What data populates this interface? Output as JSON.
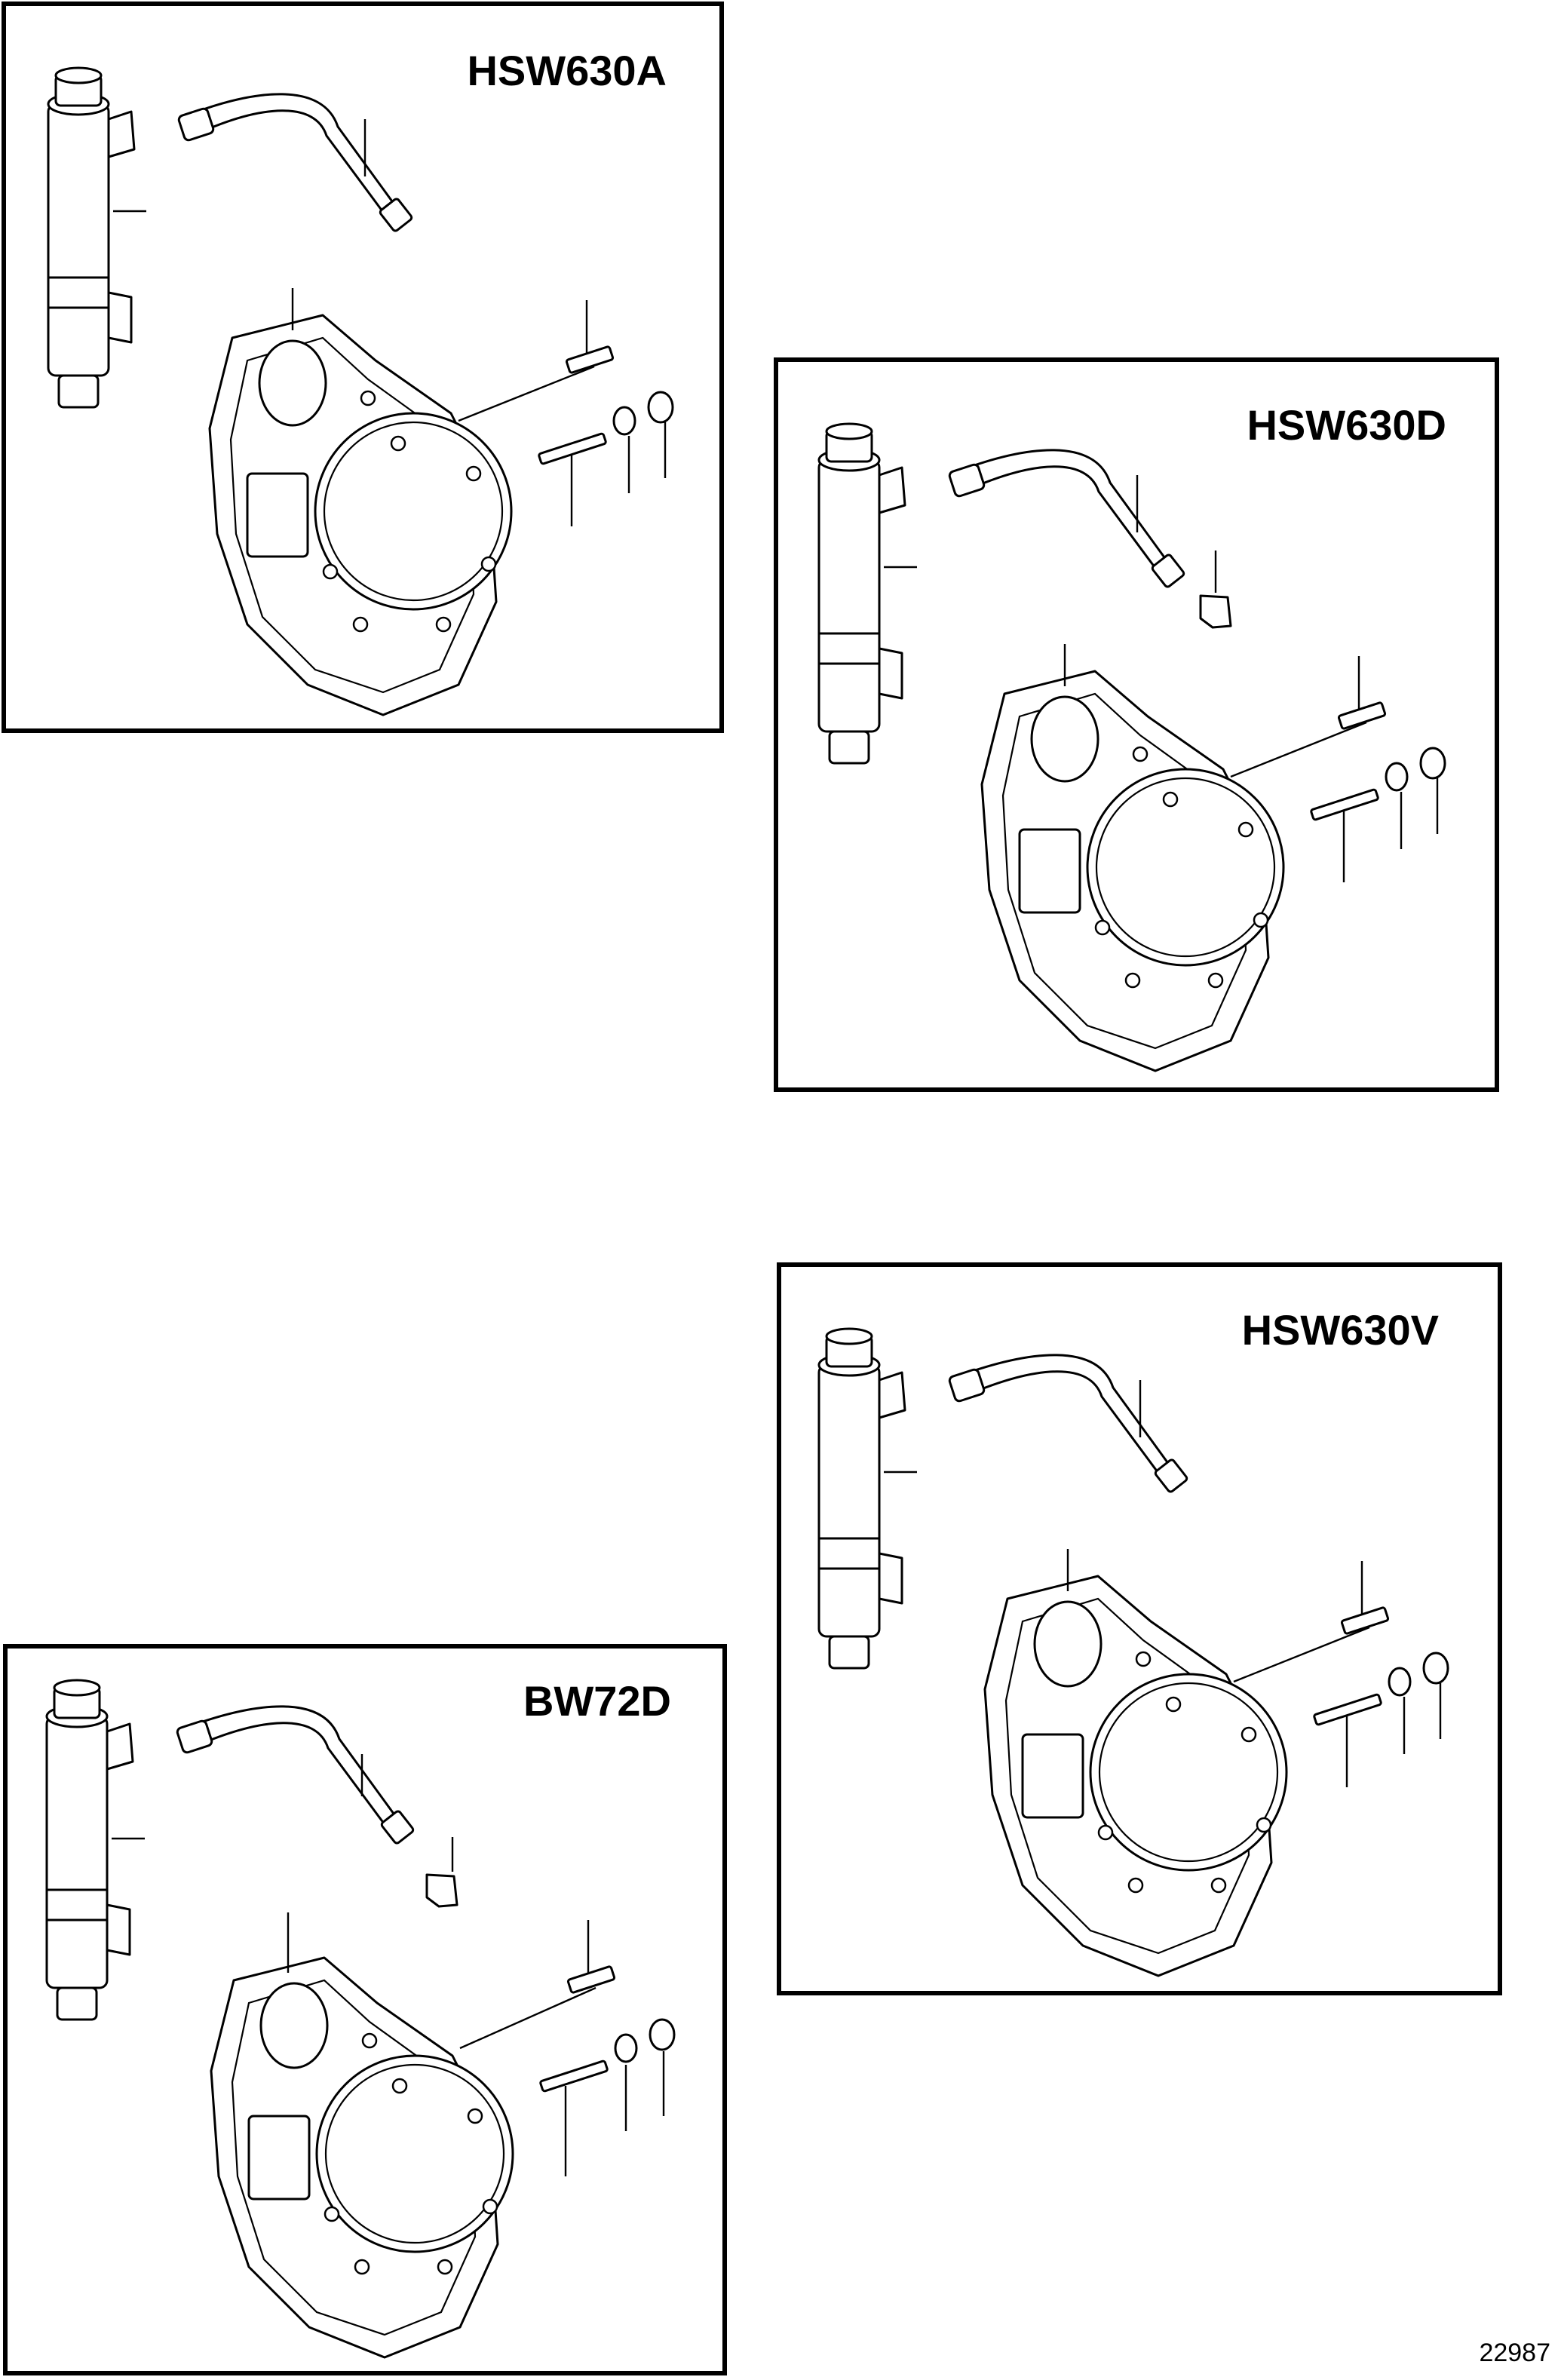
{
  "panels": [
    {
      "title": "HSW630A"
    },
    {
      "title": "HSW630D"
    },
    {
      "title": "HSW630V"
    },
    {
      "title": "BW72D"
    }
  ],
  "figure_number": "22987"
}
